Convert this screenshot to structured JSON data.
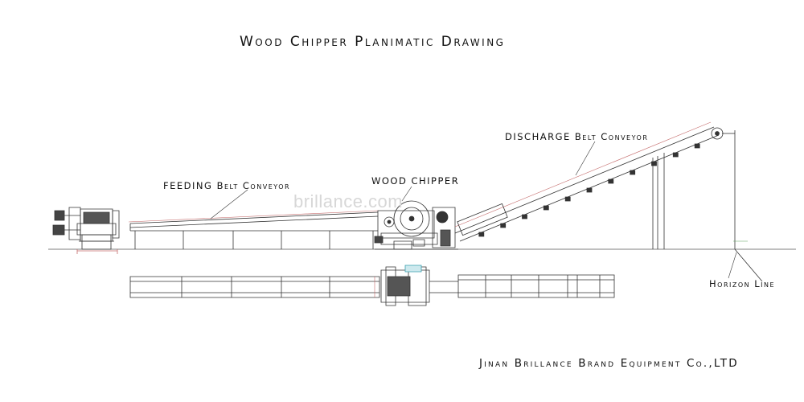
{
  "title": "Wood Chipper Planimatic Drawing",
  "labels": {
    "feeding": "FEEDING Belt Conveyor",
    "chipper": "WOOD CHIPPER",
    "discharge": "DISCHARGE Belt  Conveyor",
    "horizon": "Horizon Line"
  },
  "company": "Jinan Brillance Brand Equipment Co.,LTD",
  "watermark": "brillance.com",
  "colors": {
    "line": "#333333",
    "accent_red": "#c46a6a",
    "accent_green": "#5aa05a",
    "accent_cyan": "#3aa0b0"
  }
}
